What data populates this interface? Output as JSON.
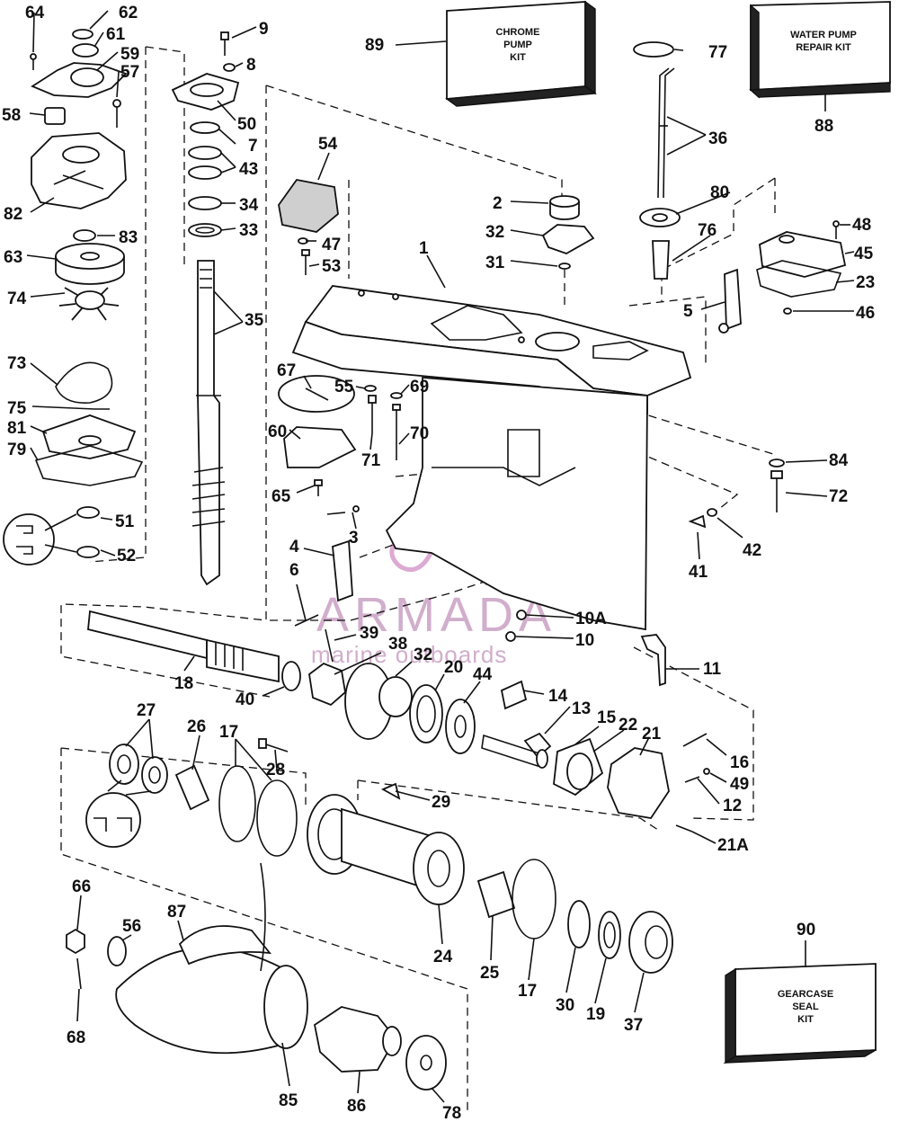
{
  "kits": {
    "chrome_pump": {
      "line1": "CHROME",
      "line2": "PUMP",
      "line3": "KIT",
      "ref": "89"
    },
    "water_pump": {
      "line1": "WATER PUMP",
      "line2": "REPAIR KIT",
      "ref": "88"
    },
    "gearcase_seal": {
      "line1": "GEARCASE",
      "line2": "SEAL",
      "line3": "KIT",
      "ref": "90"
    }
  },
  "watermark": {
    "brand": "ARMADA",
    "tagline": "marine outboards"
  },
  "colors": {
    "line": "#111111",
    "watermark": "#c9a0c4",
    "background": "#ffffff"
  },
  "labels": {
    "l64": "64",
    "l62": "62",
    "l61": "61",
    "l59": "59",
    "l57": "57",
    "l58": "58",
    "l9": "9",
    "l8": "8",
    "l50": "50",
    "l7": "7",
    "l43": "43",
    "l34": "34",
    "l33": "33",
    "l82": "82",
    "l83": "83",
    "l63": "63",
    "l74": "74",
    "l73": "73",
    "l75": "75",
    "l81": "81",
    "l79": "79",
    "l51": "51",
    "l52": "52",
    "l54": "54",
    "l47": "47",
    "l53": "53",
    "l35": "35",
    "l2": "2",
    "l32a": "32",
    "l31": "31",
    "l1": "1",
    "l77": "77",
    "l36": "36",
    "l80": "80",
    "l76": "76",
    "l48": "48",
    "l45": "45",
    "l23": "23",
    "l46": "46",
    "l5": "5",
    "l67": "67",
    "l55": "55",
    "l69": "69",
    "l70": "70",
    "l60": "60",
    "l71": "71",
    "l65": "65",
    "l3": "3",
    "l84": "84",
    "l72": "72",
    "l42": "42",
    "l41": "41",
    "l4": "4",
    "l6": "6",
    "l10a": "10A",
    "l10": "10",
    "l39": "39",
    "l38": "38",
    "l32b": "32",
    "l20": "20",
    "l44": "44",
    "l11": "11",
    "l18": "18",
    "l40": "40",
    "l14": "14",
    "l13": "13",
    "l15": "15",
    "l22": "22",
    "l21": "21",
    "l16": "16",
    "l49": "49",
    "l12": "12",
    "l21a": "21A",
    "l27": "27",
    "l26": "26",
    "l17a": "17",
    "l28": "28",
    "l29": "29",
    "l24": "24",
    "l25": "25",
    "l17b": "17",
    "l30": "30",
    "l19": "19",
    "l37": "37",
    "l66": "66",
    "l56": "56",
    "l87": "87",
    "l68": "68",
    "l85": "85",
    "l86": "86",
    "l78": "78"
  }
}
